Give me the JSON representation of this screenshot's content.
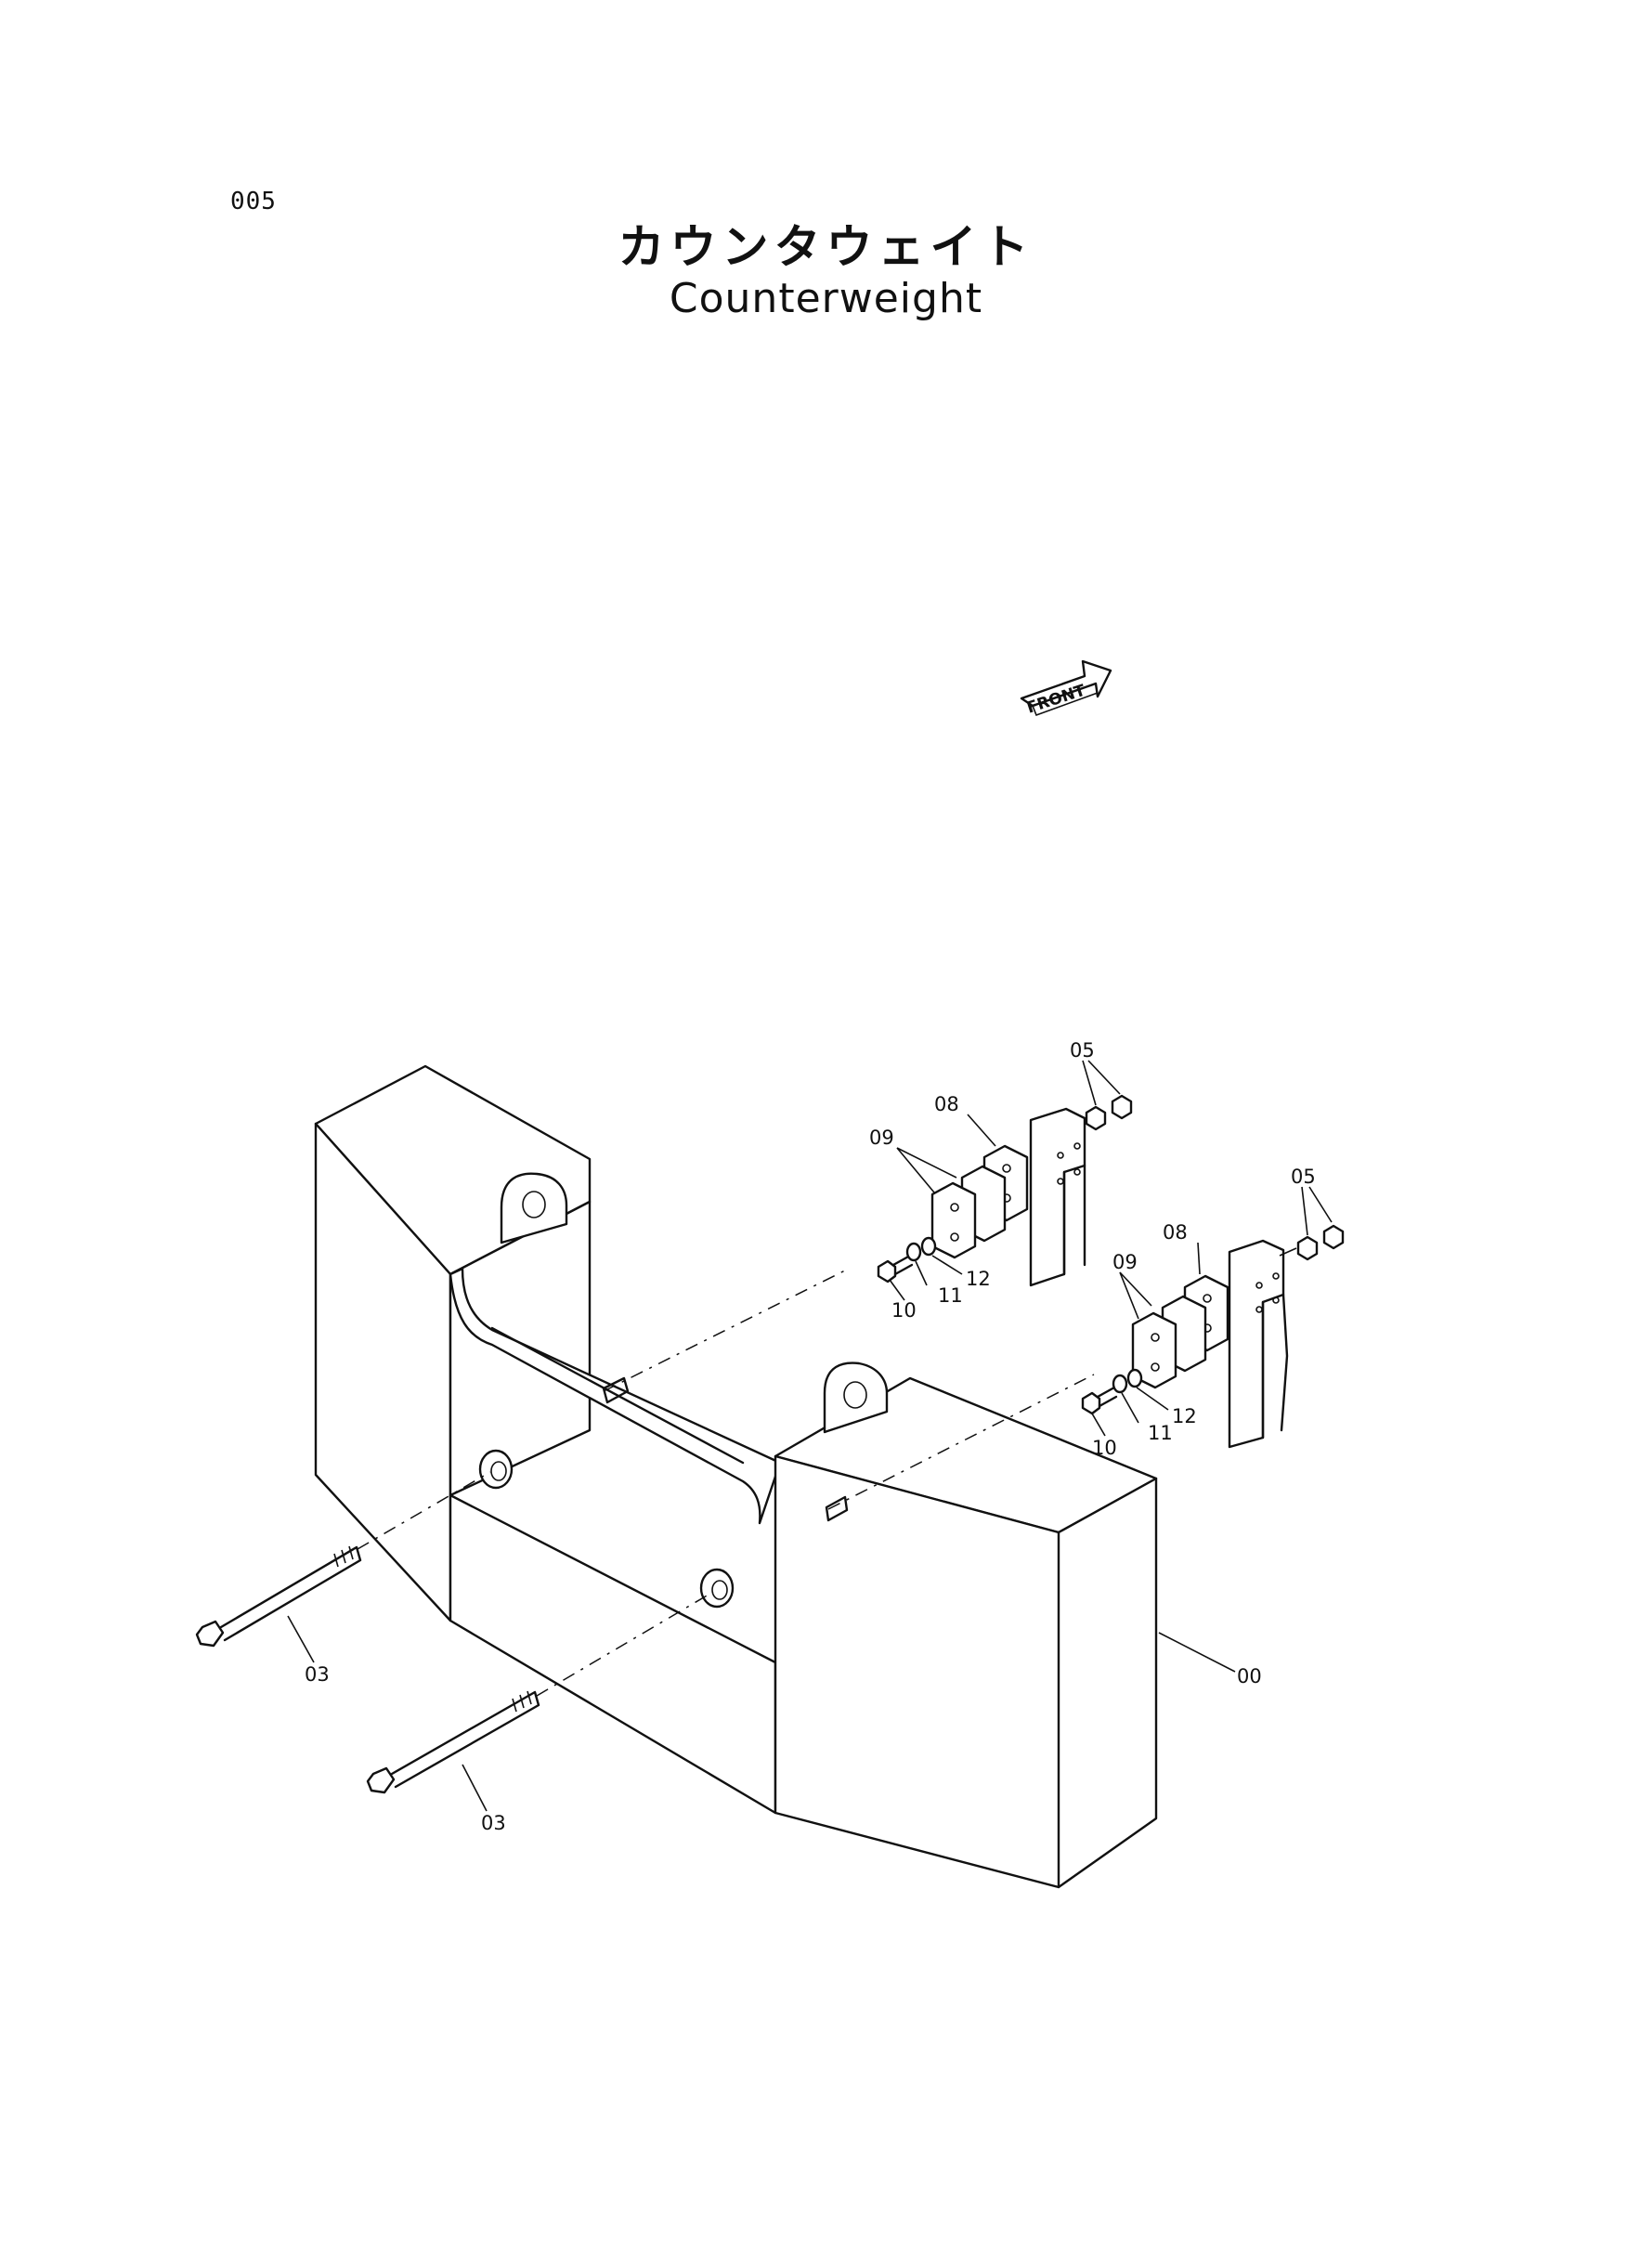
{
  "page": {
    "number": "005",
    "title_jp": "カウンタウェイト",
    "title_en": "Counterweight"
  },
  "diagram": {
    "direction_marker": "FRONT",
    "callouts": {
      "p00": "00",
      "p03a": "03",
      "p03b": "03",
      "p05a": "05",
      "p05b": "05",
      "p08a": "08",
      "p08b": "08",
      "p09a": "09",
      "p09b": "09",
      "p10a": "10",
      "p10b": "10",
      "p11a": "11",
      "p11b": "11",
      "p12a": "12",
      "p12b": "12"
    }
  }
}
